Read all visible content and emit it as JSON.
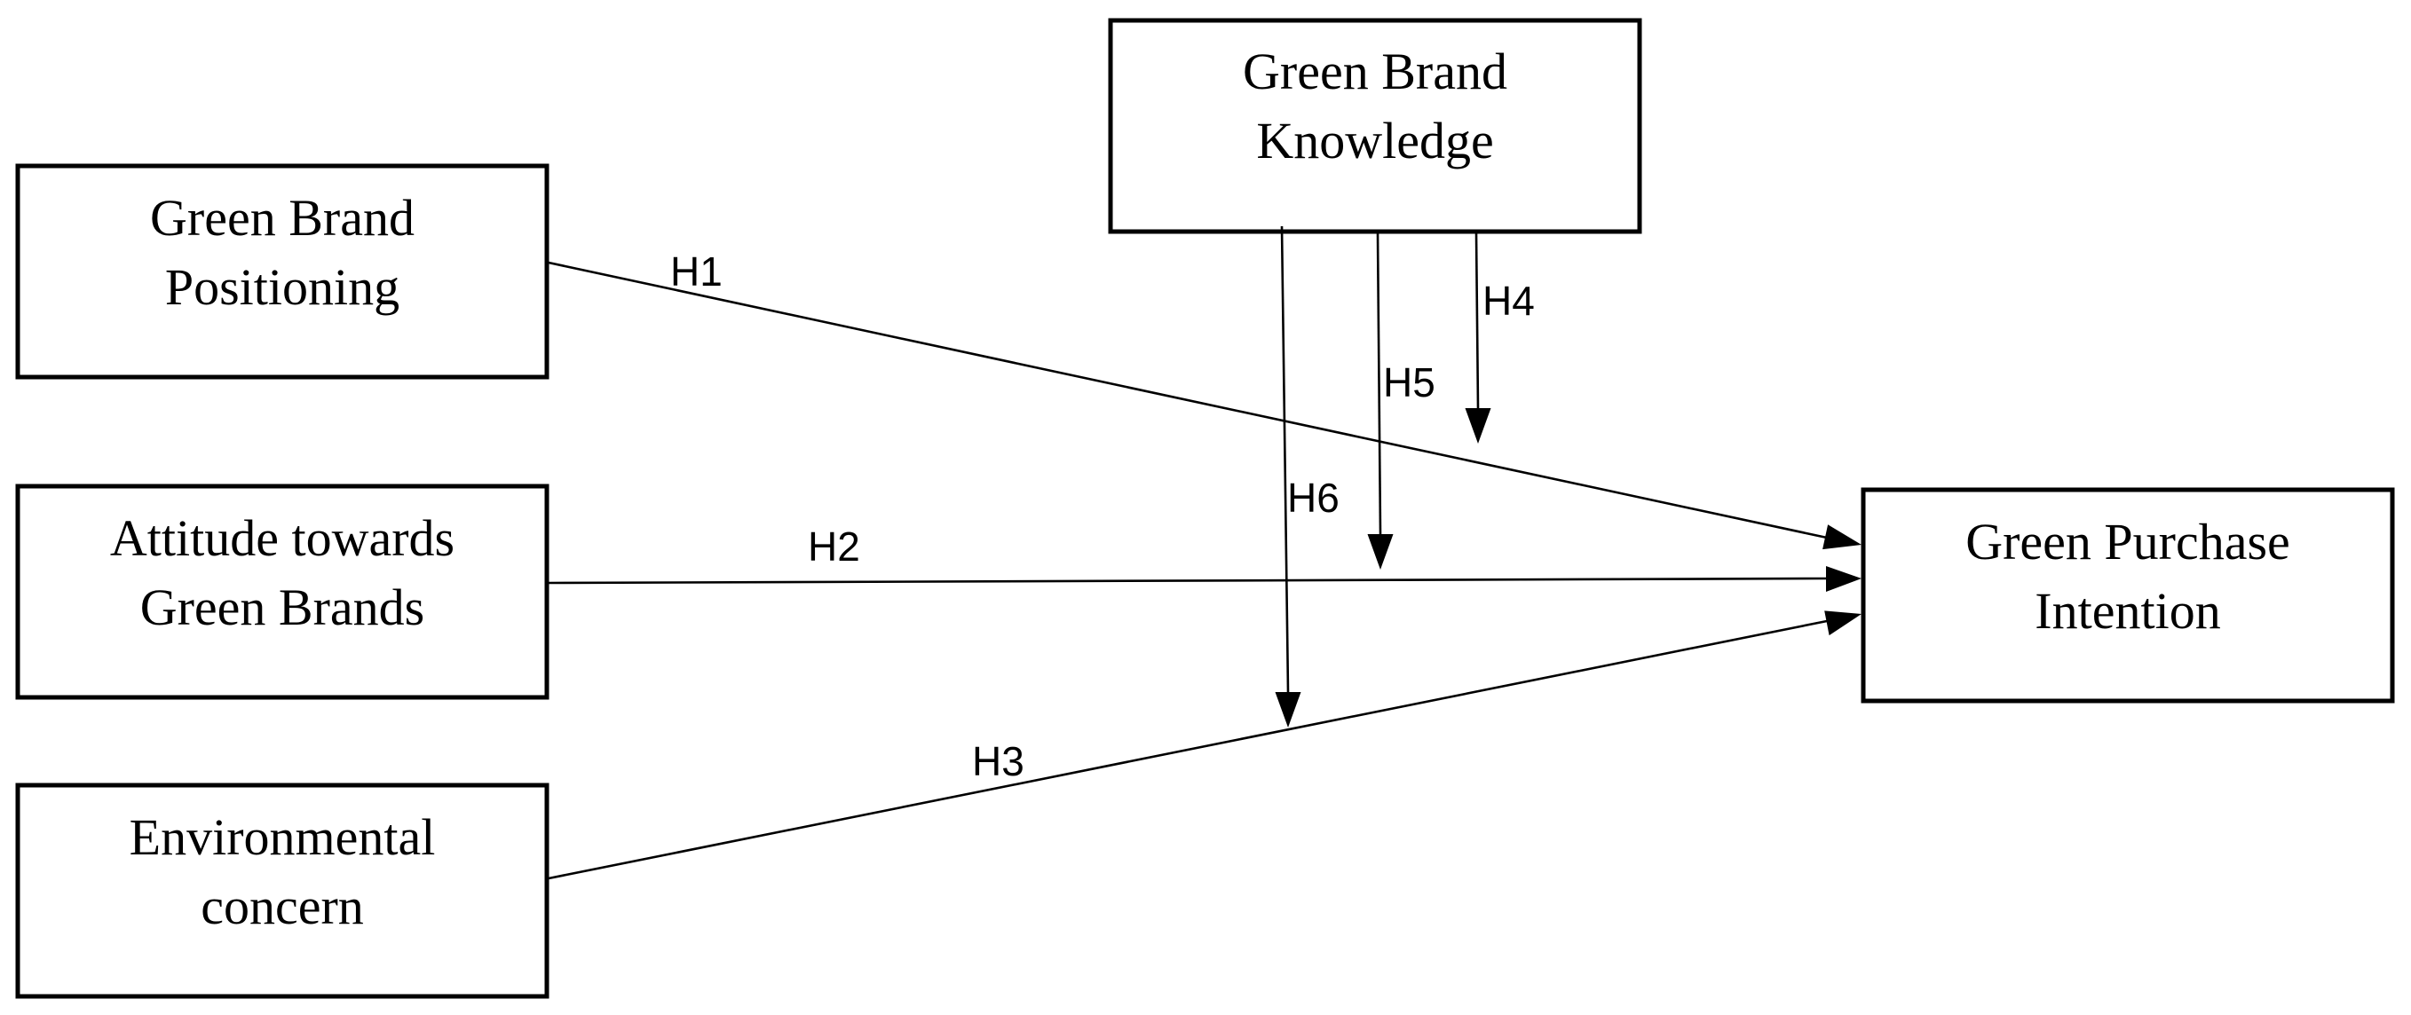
{
  "nodes": {
    "green_brand_knowledge": {
      "line1": "Green Brand",
      "line2": "Knowledge"
    },
    "green_brand_positioning": {
      "line1": "Green Brand",
      "line2": "Positioning"
    },
    "attitude_green_brands": {
      "line1": "Attitude towards",
      "line2": "Green Brands"
    },
    "environmental_concern": {
      "line1": "Environmental",
      "line2": "concern"
    },
    "green_purchase_intention": {
      "line1": "Green Purchase",
      "line2": "Intention"
    }
  },
  "hypotheses": {
    "h1": "H1",
    "h2": "H2",
    "h3": "H3",
    "h4": "H4",
    "h5": "H5",
    "h6": "H6"
  }
}
